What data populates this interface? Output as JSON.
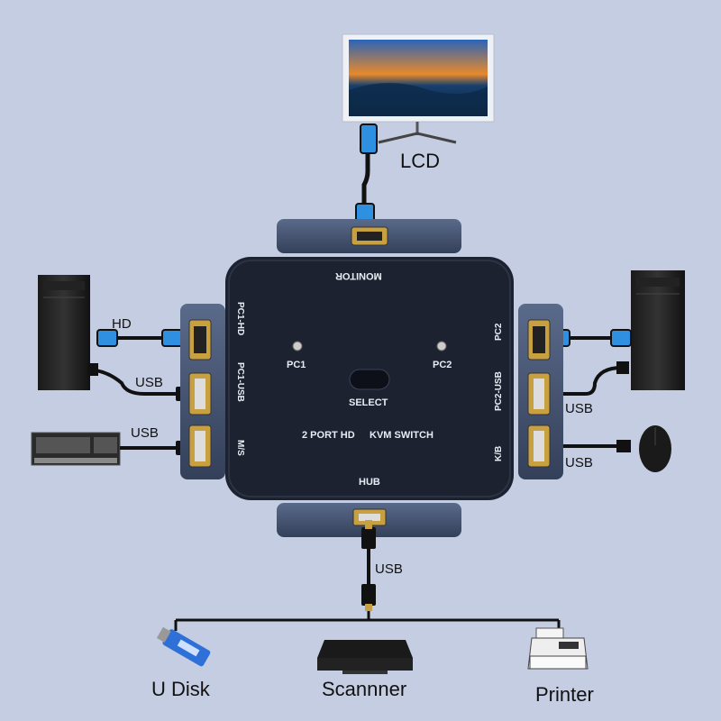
{
  "devices": {
    "monitor_label": "LCD",
    "bottom": {
      "u_disk": "U Disk",
      "scanner": "Scannner",
      "printer": "Printer"
    }
  },
  "cables": {
    "hd_left": "HD",
    "usb_left_pc": "USB",
    "usb_keyboard": "USB",
    "usb_right_pc": "USB",
    "usb_mouse": "USB",
    "usb_hub": "USB"
  },
  "switch": {
    "top_port": "MONITOR",
    "left_ports": [
      "PC1-HD",
      "PC1-USB",
      "M/S"
    ],
    "right_ports": [
      "PC2",
      "PC2-USB",
      "K/B"
    ],
    "pc1_led": "PC1",
    "pc2_led": "PC2",
    "select_button": "SELECT",
    "model_left": "2 PORT HD",
    "model_right": "KVM  SWITCH",
    "bottom_port": "HUB"
  },
  "colors": {
    "background": "#c4cde1",
    "switch_body": "#1d2230",
    "port_panel": "#4b5a78",
    "cable_blue": "#2f8fe0"
  }
}
